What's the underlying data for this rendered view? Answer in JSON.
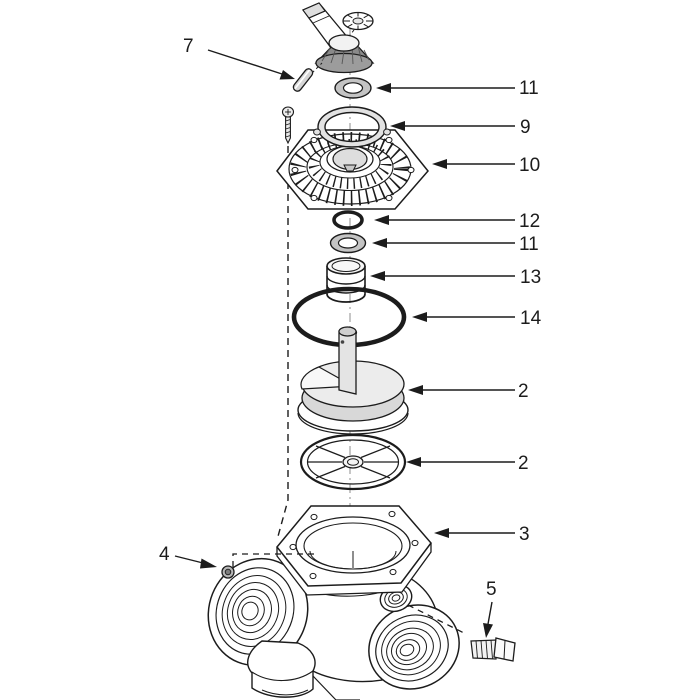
{
  "diagram": {
    "kind": "exploded-parts-diagram",
    "subject": "multiport-valve-assembly",
    "background_color": "#ffffff",
    "line_color": "#1c1c1c",
    "shade_color": "#8a8a8a",
    "callouts": [
      {
        "label": "7",
        "part": "handle-pin"
      },
      {
        "label": "11",
        "part": "washer-upper"
      },
      {
        "label": "9",
        "part": "handle-retainer-ring"
      },
      {
        "label": "10",
        "part": "valve-cover"
      },
      {
        "label": "12",
        "part": "o-ring-small"
      },
      {
        "label": "11",
        "part": "washer-lower"
      },
      {
        "label": "13",
        "part": "stem-bushing"
      },
      {
        "label": "14",
        "part": "cover-o-ring"
      },
      {
        "label": "2",
        "part": "diverter-rotor"
      },
      {
        "label": "2",
        "part": "spider-gasket"
      },
      {
        "label": "3",
        "part": "valve-body"
      },
      {
        "label": "5",
        "part": "drain-plug"
      },
      {
        "label": "4",
        "part": "flange-nut"
      }
    ]
  }
}
